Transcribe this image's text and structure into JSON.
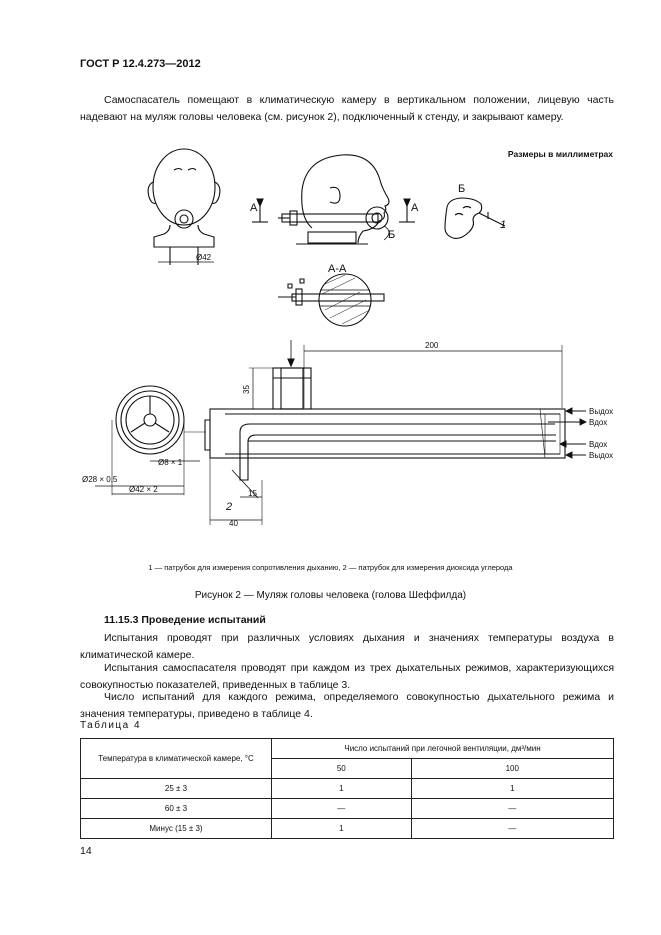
{
  "header": {
    "standard": "ГОСТ Р 12.4.273—2012"
  },
  "intro_paragraph": "Самоспасатель помещают в климатическую камеру в вертикальном положении, лицевую часть надевают на муляж головы человека (см. рисунок 2), подключенный к стенду, и закрывают камеру.",
  "figure": {
    "units_note": "Размеры в миллиметрах",
    "labels": {
      "section_a_left": "А",
      "section_a_right": "А",
      "view_b_marker": "Б",
      "view_b_title": "Б",
      "callout_1": "1",
      "callout_2": "2",
      "section_aa": "А-А",
      "dim_42_small": "Ø42",
      "dim_200": "200",
      "dim_35": "35",
      "dim_8": "Ø8 × 1",
      "dim_28": "Ø28 × 0,5",
      "dim_42x2": "Ø42 × 2",
      "dim_15": "15",
      "dim_40": "40",
      "flow_1": "Выдох",
      "flow_2": "Вдох",
      "flow_3": "Вдох",
      "flow_4": "Выдох"
    },
    "legend": "1 — патрубок для измерения сопротивления дыханию, 2 — патрубок для измерения диоксида углерода",
    "caption": "Рисунок 2 — Муляж головы человека (голова Шеффилда)"
  },
  "section": {
    "title": "11.15.3 Проведение испытаний",
    "paragraphs": [
      "Испытания проводят при различных условиях дыхания и значениях температуры воздуха в климатической камере.",
      "Испытания самоспасателя проводят при каждом из трех дыхательных режимов, характеризующихся совокупностью показателей, приведенных в таблице 3.",
      "Число испытаний для каждого режима, определяемого совокупностью дыхательного режима и значения температуры, приведено в таблице 4."
    ]
  },
  "table4": {
    "caption": "Таблица 4",
    "col1_header": "Температура в климатической камере, °С",
    "group_header": "Число испытаний при легочной вентиляции, дм³/мин",
    "sub_headers": [
      "50",
      "100"
    ],
    "rows": [
      {
        "temp": "25 ± 3",
        "v50": "1",
        "v100": "1"
      },
      {
        "temp": "60 ± 3",
        "v50": "—",
        "v100": "—"
      },
      {
        "temp": "Минус (15 ± 3)",
        "v50": "1",
        "v100": "—"
      }
    ]
  },
  "page_number": "14"
}
